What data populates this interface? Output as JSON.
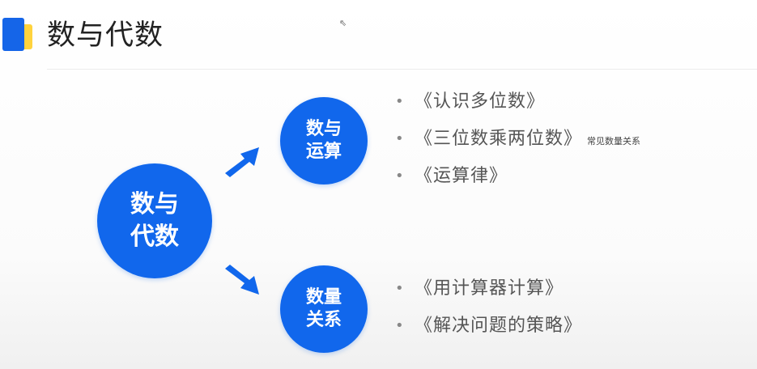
{
  "slide": {
    "title": "数与代数",
    "accent_blue": "#1565e8",
    "accent_yellow": "#ffd33d",
    "node_color": "#1167ec"
  },
  "cursor": {
    "icon": "pointer-cursor-icon",
    "glyph": "⇖"
  },
  "diagram": {
    "root": {
      "line1": "数与",
      "line2": "代数"
    },
    "branches": [
      {
        "line1": "数与",
        "line2": "运算",
        "items": [
          {
            "text": "《认识多位数》",
            "note": ""
          },
          {
            "text": "《三位数乘两位数》",
            "note": "常见数量关系"
          },
          {
            "text": "《运算律》",
            "note": ""
          }
        ]
      },
      {
        "line1": "数量",
        "line2": "关系",
        "items": [
          {
            "text": "《用计算器计算》",
            "note": ""
          },
          {
            "text": "《解决问题的策略》",
            "note": ""
          }
        ]
      }
    ]
  },
  "bullet_glyph": "•"
}
